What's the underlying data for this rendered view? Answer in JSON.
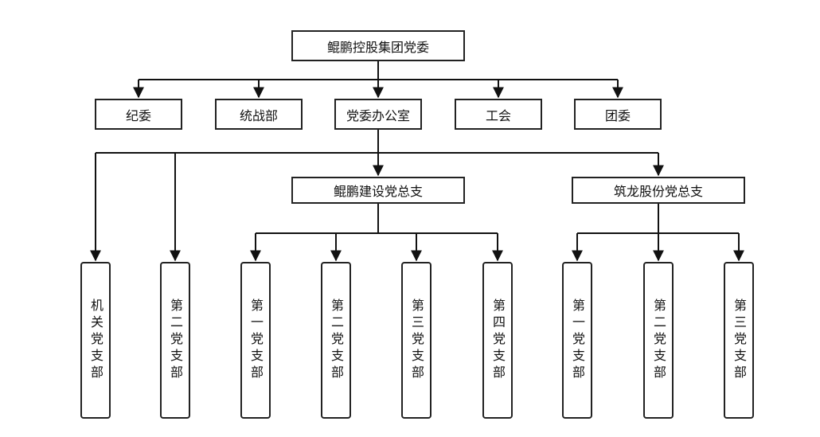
{
  "root": {
    "label": "鲲鹏控股集团党委"
  },
  "level1": [
    {
      "id": "jiwei",
      "label": "纪委"
    },
    {
      "id": "tongzhan",
      "label": "统战部"
    },
    {
      "id": "office",
      "label": "党委办公室"
    },
    {
      "id": "gonghui",
      "label": "工会"
    },
    {
      "id": "tuanwei",
      "label": "团委"
    }
  ],
  "branches": [
    {
      "id": "jianshe",
      "label": "鲲鹏建设党总支"
    },
    {
      "id": "gufen",
      "label": "筑龙股份党总支"
    }
  ],
  "leaves": [
    {
      "id": "leaf-jiguan",
      "label": "机关党支部"
    },
    {
      "id": "leaf-office-2",
      "label": "第二党支部"
    },
    {
      "id": "leaf-js-1",
      "label": "第一党支部"
    },
    {
      "id": "leaf-js-2",
      "label": "第二党支部"
    },
    {
      "id": "leaf-js-3",
      "label": "第三党支部"
    },
    {
      "id": "leaf-js-4",
      "label": "第四党支部"
    },
    {
      "id": "leaf-gf-1",
      "label": "第一党支部"
    },
    {
      "id": "leaf-gf-2",
      "label": "第二党支部"
    },
    {
      "id": "leaf-gf-3",
      "label": "第三党支部"
    }
  ]
}
